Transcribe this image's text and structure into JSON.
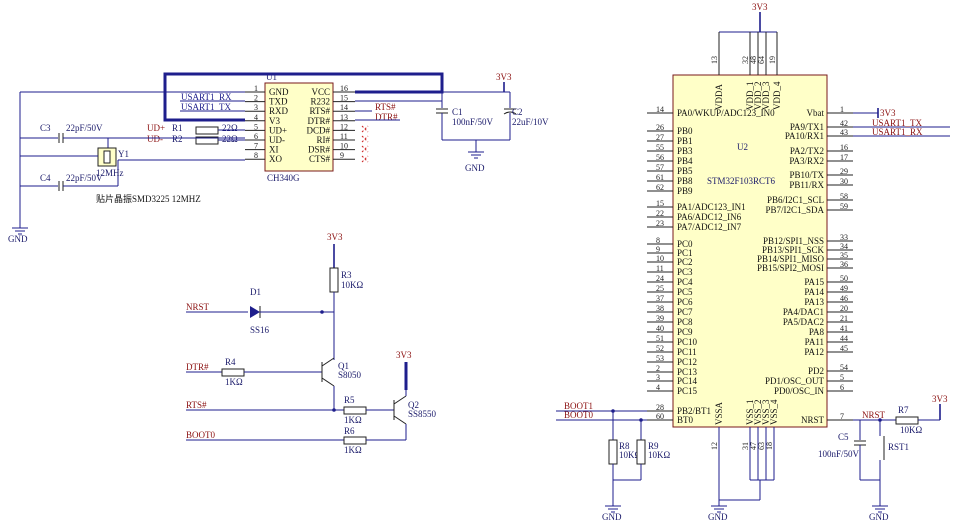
{
  "ch340": {
    "designator": "U1",
    "part": "CH340G",
    "left_pins": [
      {
        "num": "1",
        "name": "GND"
      },
      {
        "num": "2",
        "name": "TXD"
      },
      {
        "num": "3",
        "name": "RXD"
      },
      {
        "num": "4",
        "name": "V3"
      },
      {
        "num": "5",
        "name": "UD+"
      },
      {
        "num": "6",
        "name": "UD-"
      },
      {
        "num": "7",
        "name": "XI"
      },
      {
        "num": "8",
        "name": "XO"
      }
    ],
    "right_pins": [
      {
        "num": "16",
        "name": "VCC"
      },
      {
        "num": "15",
        "name": "R232"
      },
      {
        "num": "14",
        "name": "RTS#"
      },
      {
        "num": "13",
        "name": "DTR#"
      },
      {
        "num": "12",
        "name": "DCD#"
      },
      {
        "num": "11",
        "name": "RI#"
      },
      {
        "num": "10",
        "name": "DSR#"
      },
      {
        "num": "9",
        "name": "CTS#"
      }
    ],
    "nets": {
      "rx": "USART1_RX",
      "tx": "USART1_TX",
      "rts": "RTS#",
      "dtr": "DTR#"
    }
  },
  "usb": {
    "ud_plus": "UD+",
    "ud_minus": "UD-",
    "r1": "R1",
    "r1_val": "22Ω",
    "r2": "R2",
    "r2_val": "22Ω"
  },
  "crystal": {
    "designator": "Y1",
    "freq": "12MHz",
    "c3": "C3",
    "c3_val": "22pF/50V",
    "c4": "C4",
    "c4_val": "22pF/50V",
    "note": "贴片晶振SMD3225 12MHZ",
    "gnd": "GND"
  },
  "power_caps": {
    "rail": "3V3",
    "c1": "C1",
    "c1_val": "100nF/50V",
    "c2": "C2",
    "c2_val": "22uF/10V",
    "gnd": "GND"
  },
  "autoreset": {
    "rail_top": "3V3",
    "r3": "R3",
    "r3_val": "10KΩ",
    "d1": "D1",
    "d1_part": "SS16",
    "nrst": "NRST",
    "dtr": "DTR#",
    "r4": "R4",
    "r4_val": "1KΩ",
    "q1": "Q1",
    "q1_part": "S8050",
    "rail_q2": "3V3",
    "q2": "Q2",
    "q2_part": "SS8550",
    "rts": "RTS#",
    "r5": "R5",
    "r5_val": "1KΩ",
    "boot0": "BOOT0",
    "r6": "R6",
    "r6_val": "1KΩ"
  },
  "stm32": {
    "designator": "U2",
    "part": "STM32F103RCT6",
    "rail": "3V3",
    "top_pins": [
      {
        "num": "13",
        "name": "VDDA"
      },
      {
        "num": "32",
        "name": "VDD_1"
      },
      {
        "num": "48",
        "name": "VDD_2"
      },
      {
        "num": "64",
        "name": "VDD_3"
      },
      {
        "num": "19",
        "name": "VDD_4"
      }
    ],
    "bottom_pins": [
      {
        "num": "12",
        "name": "VSSA"
      },
      {
        "num": "31",
        "name": "VSS_1"
      },
      {
        "num": "47",
        "name": "VSS_2"
      },
      {
        "num": "63",
        "name": "VSS_3"
      },
      {
        "num": "18",
        "name": "VSS_4"
      }
    ],
    "left_pins": [
      {
        "num": "14",
        "name": "PA0/WKUP/ADC123_IN0"
      },
      {
        "num": "26",
        "name": "PB0"
      },
      {
        "num": "27",
        "name": "PB1"
      },
      {
        "num": "55",
        "name": "PB3"
      },
      {
        "num": "56",
        "name": "PB4"
      },
      {
        "num": "57",
        "name": "PB5"
      },
      {
        "num": "61",
        "name": "PB8"
      },
      {
        "num": "62",
        "name": "PB9"
      },
      {
        "num": "15",
        "name": "PA1/ADC123_IN1"
      },
      {
        "num": "22",
        "name": "PA6/ADC12_IN6"
      },
      {
        "num": "23",
        "name": "PA7/ADC12_IN7"
      },
      {
        "num": "8",
        "name": "PC0"
      },
      {
        "num": "9",
        "name": "PC1"
      },
      {
        "num": "10",
        "name": "PC2"
      },
      {
        "num": "11",
        "name": "PC3"
      },
      {
        "num": "24",
        "name": "PC4"
      },
      {
        "num": "25",
        "name": "PC5"
      },
      {
        "num": "37",
        "name": "PC6"
      },
      {
        "num": "38",
        "name": "PC7"
      },
      {
        "num": "39",
        "name": "PC8"
      },
      {
        "num": "40",
        "name": "PC9"
      },
      {
        "num": "51",
        "name": "PC10"
      },
      {
        "num": "52",
        "name": "PC11"
      },
      {
        "num": "53",
        "name": "PC12"
      },
      {
        "num": "2",
        "name": "PC13"
      },
      {
        "num": "3",
        "name": "PC14"
      },
      {
        "num": "4",
        "name": "PC15"
      },
      {
        "num": "28",
        "name": "PB2/BT1"
      },
      {
        "num": "60",
        "name": "BT0"
      }
    ],
    "right_pins": [
      {
        "num": "1",
        "name": "Vbat"
      },
      {
        "num": "42",
        "name": "PA9/TX1"
      },
      {
        "num": "43",
        "name": "PA10/RX1"
      },
      {
        "num": "16",
        "name": "PA2/TX2"
      },
      {
        "num": "17",
        "name": "PA3/RX2"
      },
      {
        "num": "29",
        "name": "PB10/TX"
      },
      {
        "num": "30",
        "name": "PB11/RX"
      },
      {
        "num": "58",
        "name": "PB6/I2C1_SCL"
      },
      {
        "num": "59",
        "name": "PB7/I2C1_SDA"
      },
      {
        "num": "33",
        "name": "PB12/SPI1_NSS"
      },
      {
        "num": "34",
        "name": "PB13/SPI1_SCK"
      },
      {
        "num": "35",
        "name": "PB14/SPI1_MISO"
      },
      {
        "num": "36",
        "name": "PB15/SPI2_MOSI"
      },
      {
        "num": "50",
        "name": "PA15"
      },
      {
        "num": "49",
        "name": "PA14"
      },
      {
        "num": "46",
        "name": "PA13"
      },
      {
        "num": "20",
        "name": "PA4/DAC1"
      },
      {
        "num": "21",
        "name": "PA5/DAC2"
      },
      {
        "num": "41",
        "name": "PA8"
      },
      {
        "num": "44",
        "name": "PA11"
      },
      {
        "num": "45",
        "name": "PA12"
      },
      {
        "num": "54",
        "name": "PD2"
      },
      {
        "num": "5",
        "name": "PD1/OSC_OUT"
      },
      {
        "num": "6",
        "name": "PD0/OSC_IN"
      },
      {
        "num": "7",
        "name": "NRST"
      }
    ],
    "nets": {
      "vbat_rail": "3V3",
      "tx": "USART1_TX",
      "rx": "USART1_RX",
      "boot1": "BOOT1",
      "boot0": "BOOT0",
      "nrst": "NRST"
    }
  },
  "boot_res": {
    "r8": "R8",
    "r8_val": "10KΩ",
    "r9": "R9",
    "r9_val": "10KΩ",
    "gnd": "GND",
    "gnd2": "GND"
  },
  "reset": {
    "r7": "R7",
    "r7_val": "10KΩ",
    "rail": "3V3",
    "c5": "C5",
    "c5_val": "100nF/50V",
    "sw": "RST1",
    "gnd": "GND"
  }
}
